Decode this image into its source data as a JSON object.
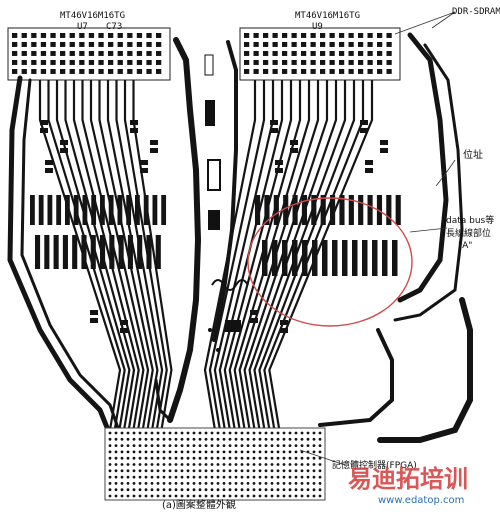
{
  "chips": {
    "u7_part": "MT46V16M16TG",
    "u7_ref": "U7",
    "c73_ref": "C73",
    "u9_part": "MT46V16M16TG",
    "u9_ref": "U9"
  },
  "annotations": {
    "ddr_sdram": "DDR-SDRAM",
    "address": "位址",
    "data_bus_line1": "data bus等",
    "data_bus_line2": "長繞線部位",
    "data_bus_line3": "\"A\"",
    "fpga": "記憶體控制器(FPGA)"
  },
  "caption": "(a)圖案整體外観",
  "watermark": {
    "brand": "易迪拓培训",
    "url": "www.edatop.com",
    "brand_color": "#d23a3a"
  },
  "colors": {
    "trace": "#141414",
    "board": "#ffffff",
    "highlight": "#d04a4a"
  }
}
